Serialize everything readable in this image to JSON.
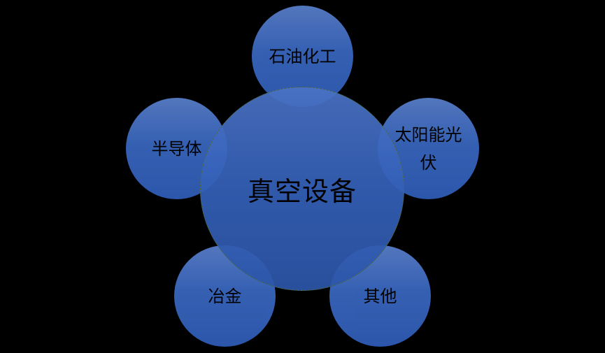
{
  "diagram": {
    "type": "hub-and-spoke",
    "center": {
      "label": "真空设备"
    },
    "satellites": [
      {
        "label": "石油化工",
        "position": "top"
      },
      {
        "label": "太阳能光伏",
        "position": "right"
      },
      {
        "label": "其他",
        "position": "bottom-right"
      },
      {
        "label": "冶金",
        "position": "bottom-left"
      },
      {
        "label": "半导体",
        "position": "left"
      }
    ],
    "colors": {
      "background": "#000000",
      "circle_fill": "#3a68c0",
      "center_border": "#4f6a3a",
      "text": "#000000"
    }
  }
}
